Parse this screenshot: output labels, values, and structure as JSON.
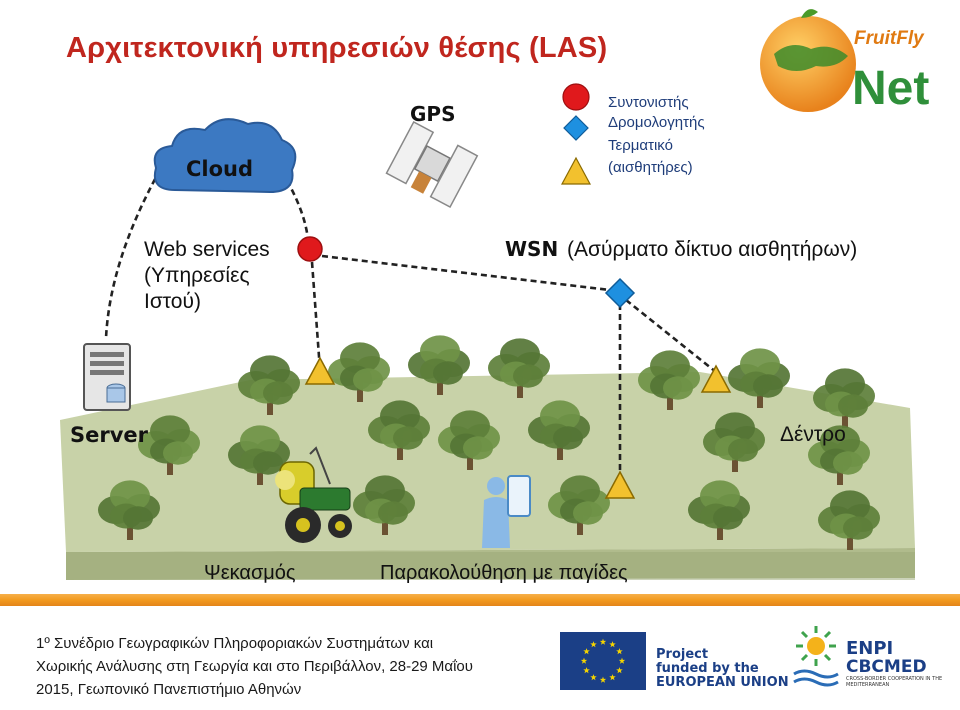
{
  "title": "Αρχιτεκτονική υπηρεσιών θέσης (LAS)",
  "logo": {
    "text_small": "FruitFly",
    "text_big": "Net"
  },
  "legend": [
    {
      "shape": "circle",
      "color": "#e0191c",
      "label": "Συντονιστής"
    },
    {
      "shape": "diamond",
      "color": "#1e90e0",
      "label": "Δρομολογητής"
    },
    {
      "shape": "triangle",
      "color": "#f2c12e",
      "label": "Τερματικό"
    },
    {
      "shape": "none",
      "color": "",
      "label": "(αισθητήρες)"
    }
  ],
  "diagram": {
    "cloud_label": "Cloud",
    "gps_label": "GPS",
    "web_services": [
      "Web services",
      "(Υπηρεσίες",
      "Ιστού)"
    ],
    "wsn_label": "WSN",
    "wsn_desc": "(Ασύρματο δίκτυο αισθητήρων)",
    "server_label": "Server",
    "tree_label": "Δέντρο",
    "spraying_label": "Ψεκασμός",
    "monitoring_label": "Παρακολούθηση με παγίδες"
  },
  "footer": {
    "lines": [
      "1º Συνέδριο Γεωγραφικών Πληροφοριακών Συστημάτων και",
      "Χωρικής Ανάλυσης στη Γεωργία και στο Περιβάλλον, 28-29 Μαΐου",
      "2015, Γεωπονικό Πανεπιστήμιο Αθηνών"
    ],
    "eu_lines": [
      "Project",
      "funded by the",
      "EUROPEAN UNION"
    ],
    "enpi_lines": [
      "ENPI",
      "CBCMED",
      "CROSS-BORDER COOPERATION IN THE MEDITERRANEAN"
    ]
  },
  "colors": {
    "title": "#c0261e",
    "coordinator": "#e0191c",
    "router": "#1e90e0",
    "terminal": "#f2c12e",
    "grass": "#c8d2a8",
    "divider_orange": "#f29a1e",
    "eu_blue": "#1b3f86"
  }
}
